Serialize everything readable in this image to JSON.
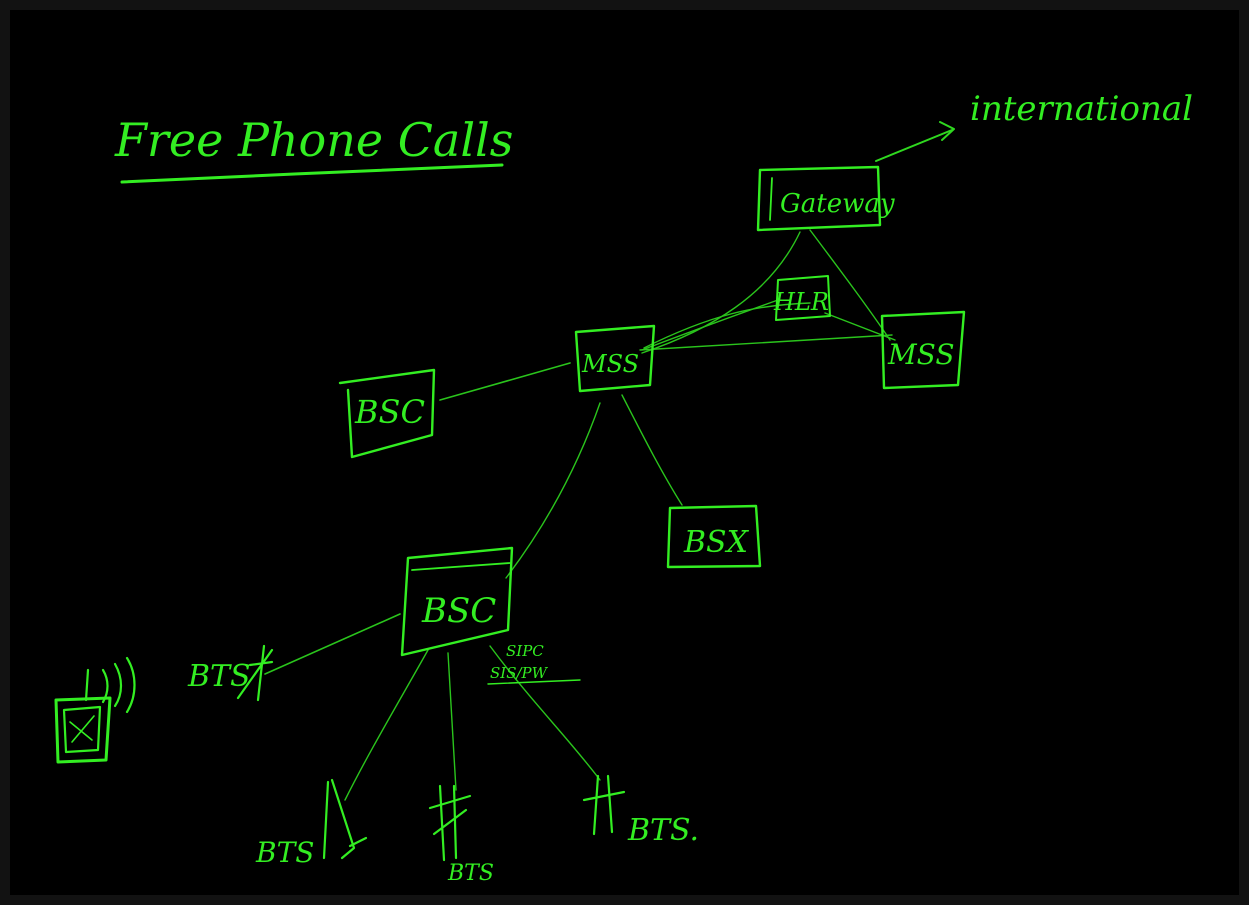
{
  "board": {
    "ink_color": "#33ee22",
    "background": "#000000",
    "frame_color": "#121212"
  },
  "title": "Free Phone Calls",
  "nodes": {
    "gateway": "Gateway",
    "hlr": "HLR",
    "mss_main": "MSS",
    "mss_remote": "MSS",
    "bsc_upper": "BSC",
    "bsx": "BSX",
    "bsc_main": "BSC",
    "bts_left": "BTS",
    "bts_bottom_1": "BTS",
    "bts_bottom_2": "BTS",
    "bts_bottom_3": "BTS."
  },
  "annotations": {
    "international": "international",
    "sip_line1": "SIPC",
    "sip_line2": "SIS/PW"
  },
  "icons": {
    "phone": "mobile-phone-icon",
    "signal": "signal-waves-icon",
    "tower": "bts-tower-icon"
  }
}
